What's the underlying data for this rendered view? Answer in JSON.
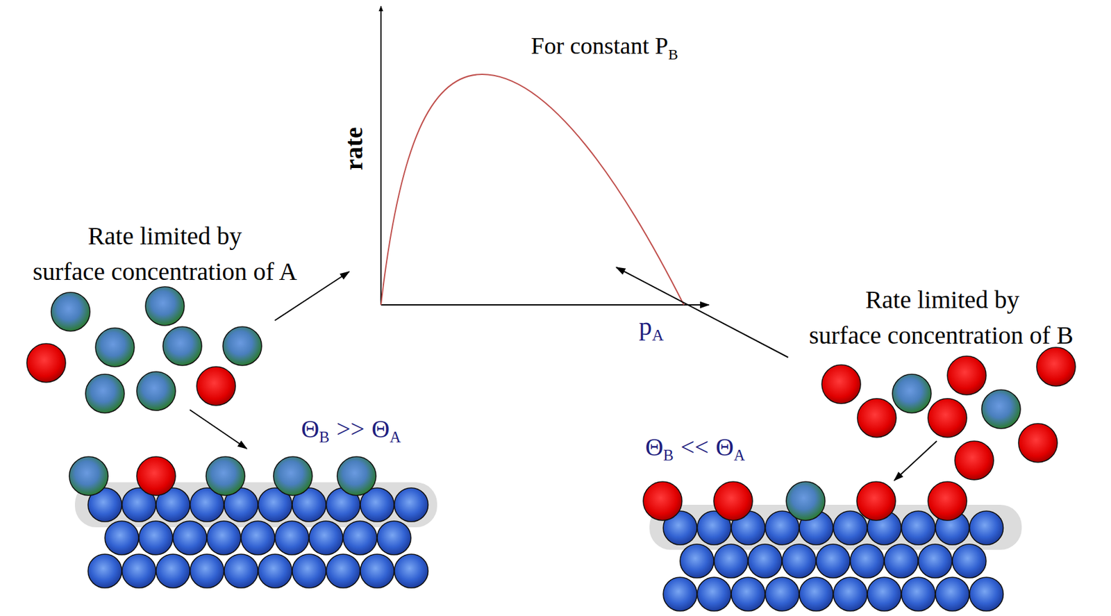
{
  "diagram": {
    "labels": [
      "rate",
      "For constant P",
      "B",
      "Rate limited by",
      "surface concentration of A",
      "p",
      "A",
      "Rate limited by",
      "surface concentration of B",
      "Θ",
      "B",
      ">>",
      "Θ",
      "A",
      "Θ",
      "B",
      "<<",
      "Θ",
      "A"
    ]
  }
}
